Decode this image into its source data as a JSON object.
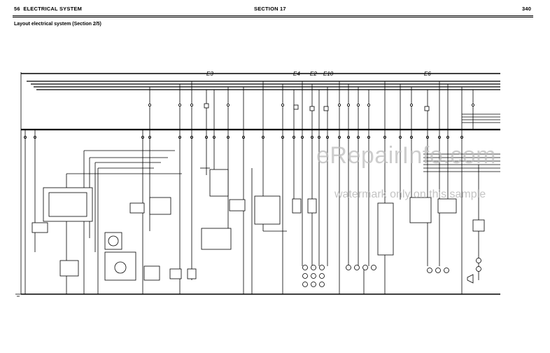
{
  "header": {
    "page_number": "56",
    "section_name": "ELECTRICAL SYSTEM",
    "section": "SECTION 17",
    "page_total": "340"
  },
  "subtitle": "Layout electrical system (Section 2/5)",
  "fuse_labels": [
    "E3",
    "E4",
    "E2",
    "E10",
    "E6"
  ],
  "watermark": {
    "brand": "eRepairInfo.com",
    "note": "watermark only on this sample"
  }
}
